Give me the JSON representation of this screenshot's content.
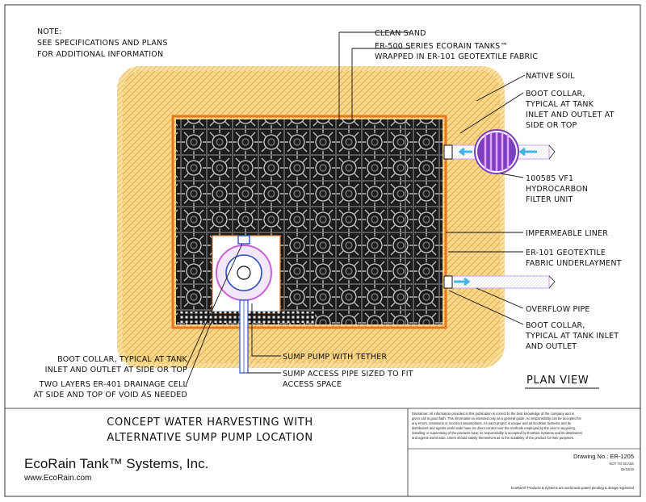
{
  "note": {
    "lines": [
      "NOTE:",
      "SEE SPECIFICATIONS AND PLANS",
      "FOR ADDITIONAL INFORMATION"
    ]
  },
  "labels": {
    "clean_sand": "CLEAN SAND",
    "tanks": [
      "ER-500 SERIES ECORAIN TANKS™",
      "WRAPPED IN ER-101 GEOTEXTILE FABRIC"
    ],
    "native_soil": "NATIVE SOIL",
    "boot_collar_top": [
      "BOOT COLLAR,",
      "TYPICAL AT TANK",
      "INLET AND OUTLET AT",
      "SIDE OR TOP"
    ],
    "filter": [
      "100585 VF1",
      "HYDROCARBON",
      "FILTER UNIT"
    ],
    "liner": "IMPERMEABLE LINER",
    "underlayment": [
      "ER-101 GEOTEXTILE",
      "FABRIC UNDERLAYMENT"
    ],
    "overflow": "OVERFLOW PIPE",
    "boot_collar_bottom": [
      "BOOT COLLAR,",
      "TYPICAL AT TANK INLET",
      "AND OUTLET"
    ],
    "boot_collar_left": [
      "BOOT COLLAR, TYPICAL AT TANK",
      "INLET AND OUTLET AT SIDE OR TOP"
    ],
    "drainage": [
      "TWO LAYERS ER-401 DRAINAGE CELL",
      "AT SIDE AND TOP  OF VOID AS NEEDED"
    ],
    "sump_pump": "SUMP PUMP WITH TETHER",
    "sump_pipe": [
      "SUMP ACCESS PIPE SIZED TO FIT",
      "ACCESS SPACE"
    ]
  },
  "plan_view": "PLAN VIEW",
  "title": [
    "CONCEPT WATER HARVESTING WITH",
    "ALTERNATIVE SUMP PUMP LOCATION"
  ],
  "company": "EcoRain Tank™ Systems, Inc.",
  "website": "www.EcoRain.com",
  "disclaimer": [
    "Disclaimer:  All information provided in this publication is correct to the best knowledge of the company and is",
    "given call to good faith. This information is intended only as a general guide, no responsibility can be accepted for",
    "any errors, omissions or incorrect assumptions.  As each project is unique and as EcoRain Systems and its",
    "distributors and agents world wide have no direct control over the methods employed by the user in acquiring,",
    "installing or supervising of the products have no responsibility is accepted by EcoRain Systems and its distributors",
    "and agents world wide.  Users should satisfy themselves as to the suitability of the product for their purposes."
  ],
  "drawing_no": "Drawing No.: ER-1205",
  "not_to_scale": "NOT TO SCALE",
  "date": "02/22/10",
  "patent": "EcoRain®  Products & Systems are world wide patent pending & design registered",
  "colors": {
    "sand": "#f6d98a",
    "soil": "#eeb45c",
    "liner": "#e8761e",
    "tank": "#1b1b1b",
    "arrow": "#46b3e8",
    "filter": "#7b3fc2"
  }
}
